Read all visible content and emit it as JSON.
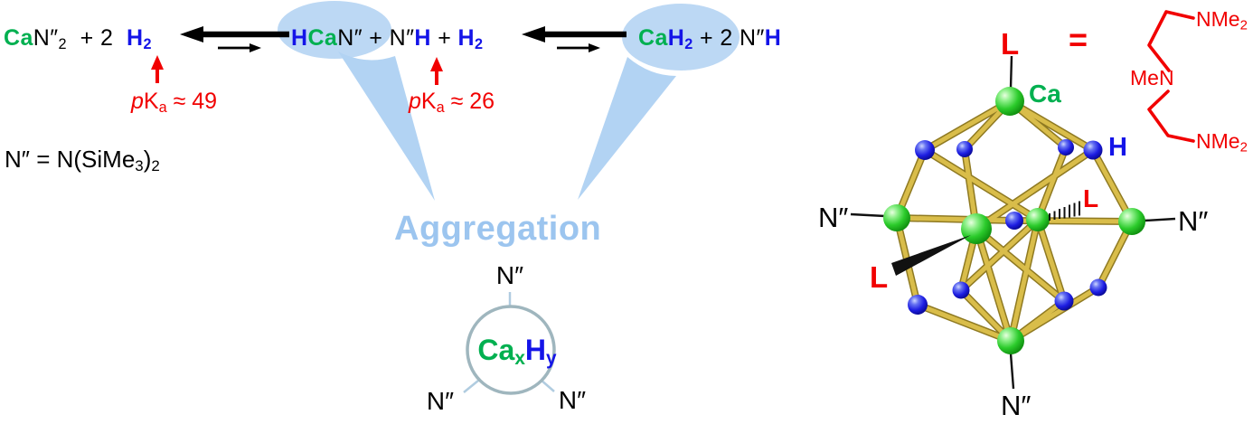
{
  "colors": {
    "green": "#00B050",
    "blue": "#1414E8",
    "red": "#F10000",
    "light_blue": "#BCD8F4",
    "gold_bond": "#D9BD4A"
  },
  "equation": {
    "reactant": {
      "ca": "Ca",
      "amide": "N″",
      "amide_sub": "2",
      "plus": "  + 2  ",
      "h": "H",
      "h_sub": "2"
    },
    "intermediate": {
      "h1": "H",
      "ca": "Ca",
      "amide1": "N″",
      "plus1": " + ",
      "amide2": "N″",
      "h2": "H",
      "plus2": " + ",
      "h3": "H",
      "h3_sub": "2"
    },
    "product": {
      "ca": "Ca",
      "h": "H",
      "h_sub": "2",
      "plus": " + 2 ",
      "amide": "N″",
      "h2": "H"
    }
  },
  "pka_left": {
    "p": "p",
    "k": "K",
    "sub": "a",
    "value": " ≈ 49"
  },
  "pka_right": {
    "p": "p",
    "k": "K",
    "sub": "a",
    "value": " ≈ 26"
  },
  "definition": {
    "pre": "N″ = N(SiMe",
    "sub3": "3",
    "close": ")",
    "sub2": "2"
  },
  "aggregation_label": "Aggregation",
  "core": {
    "ca": "Ca",
    "x": "x",
    "h": "H",
    "y": "y",
    "amide": "N″"
  },
  "cluster": {
    "l": "L",
    "equals": "=",
    "ca": "Ca",
    "h": "H",
    "amide": "N″"
  },
  "ligand": {
    "nme": "NMe",
    "sub2": "2",
    "men": "MeN"
  }
}
